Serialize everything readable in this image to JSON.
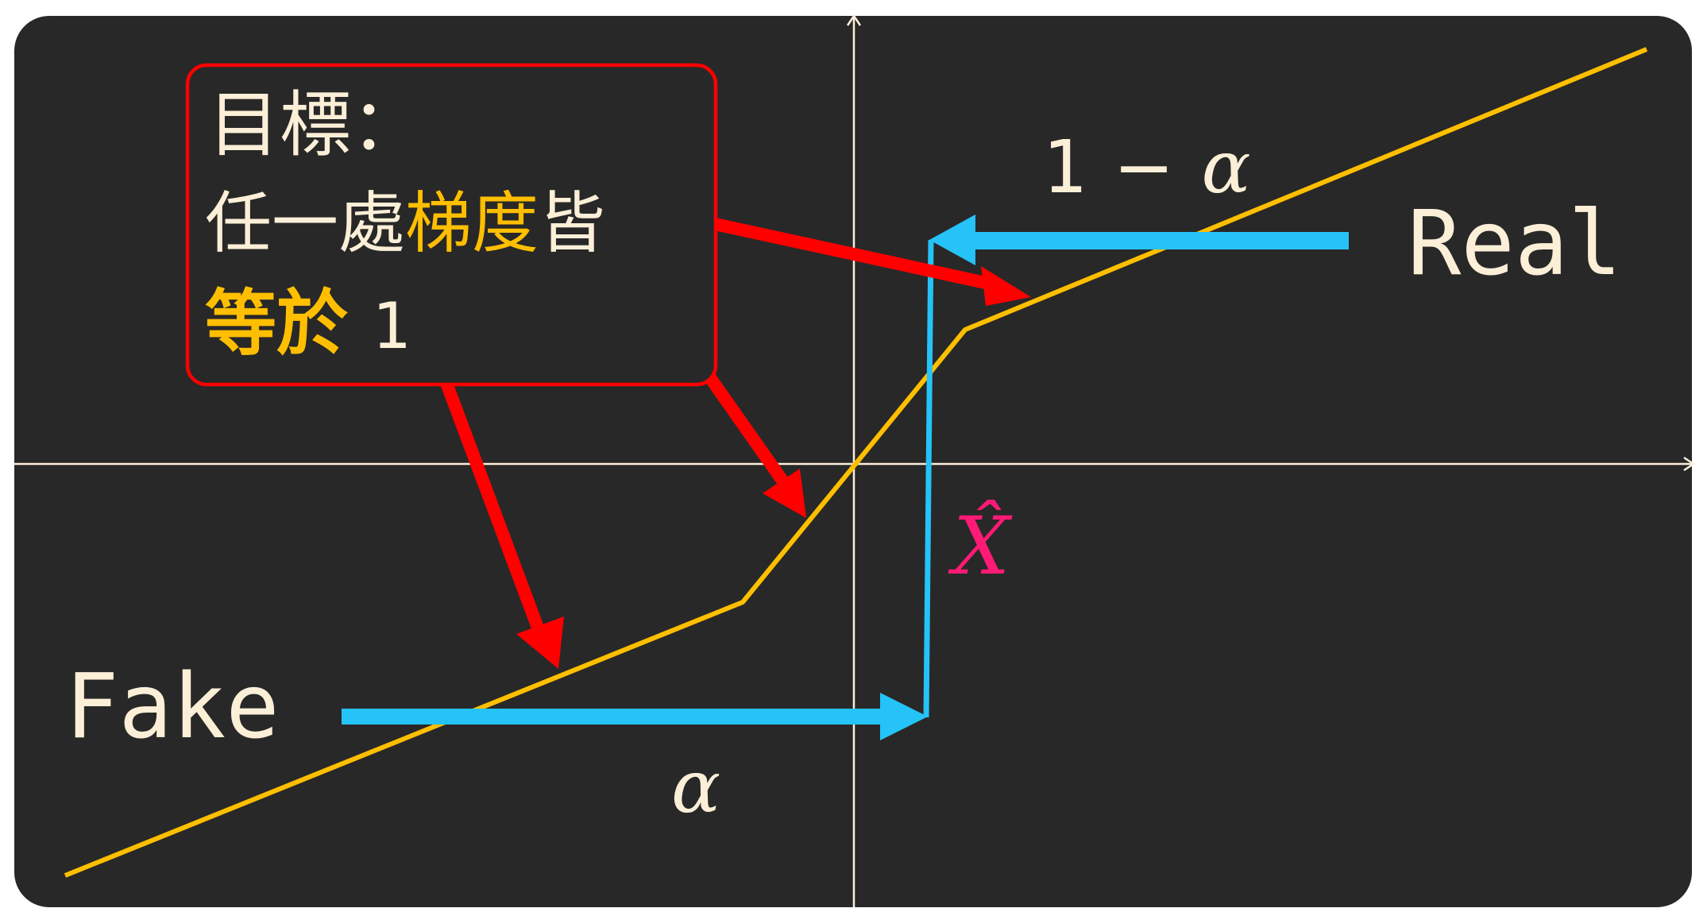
{
  "colors": {
    "background": "#282828",
    "axis": "#fcefd8",
    "curve": "#ffbf00",
    "arrow_blue": "#25c3f7",
    "arrow_red": "#ff0000",
    "text_light": "#fcefd8",
    "text_accent": "#ffbf00",
    "text_xhat": "#ff1a75"
  },
  "callout": {
    "line1": "目標：",
    "line2_prefix": "任一處",
    "line2_highlight": "梯度",
    "line2_suffix": "皆",
    "line3_highlight": "等於",
    "line3_suffix": "1"
  },
  "labels": {
    "real": "Real",
    "fake": "Fake",
    "one_minus_alpha_num": "1",
    "one_minus_alpha_op": "−",
    "one_minus_alpha_sym": "α",
    "alpha": "α",
    "x_hat": "X̂"
  }
}
